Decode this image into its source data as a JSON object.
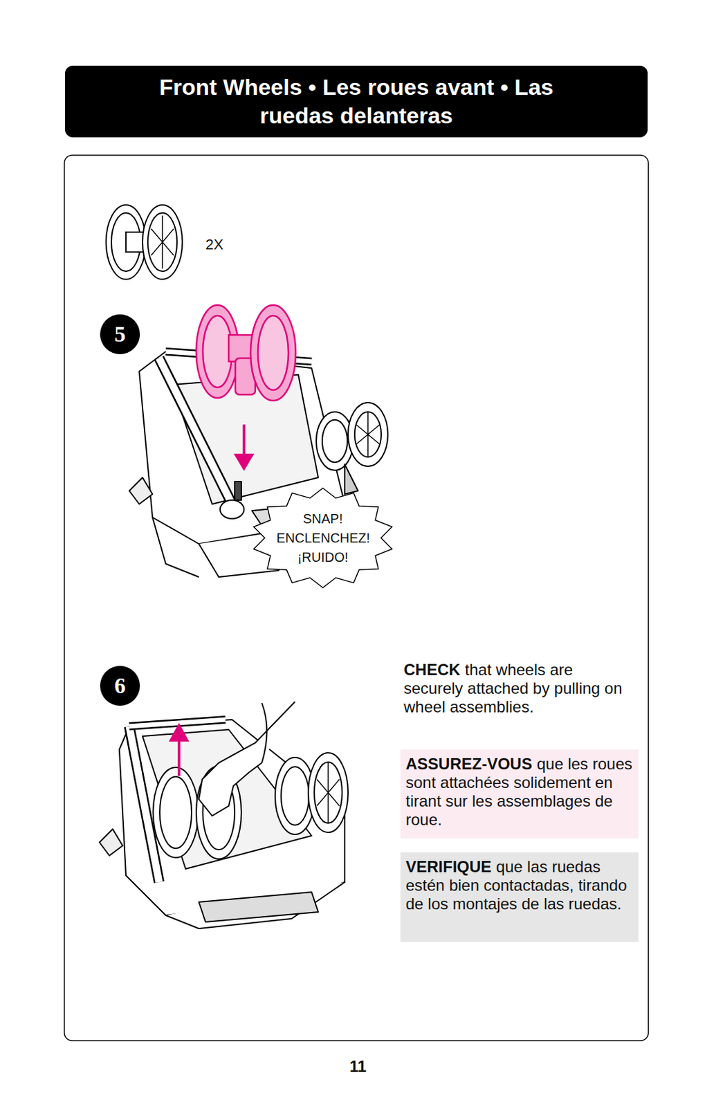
{
  "diagram": {
    "title": "Front Wheels • Les roues avant • Las ruedas delanteras",
    "nodes": [
      {
        "text": [
          "5"
        ]
      },
      {
        "text": [
          "SNAP! ENCLENCHEZ! ¡RUIDO!"
        ]
      },
      {
        "text": [
          "6"
        ]
      },
      {
        "text": [
          "ASSUREZ-VOUS",
          "que les roues sont attachées solidement en tirant sur les assemblages de roue."
        ]
      },
      {
        "text": [
          "VERIFIQUE",
          "que las ruedas estén bien contactadas, tirando de los montajes de las ruedas."
        ]
      }
    ],
    "labels": [
      "2X",
      "CHECK",
      "that wheels are securely attached by pulling on wheel assemblies.",
      "11"
    ]
  }
}
